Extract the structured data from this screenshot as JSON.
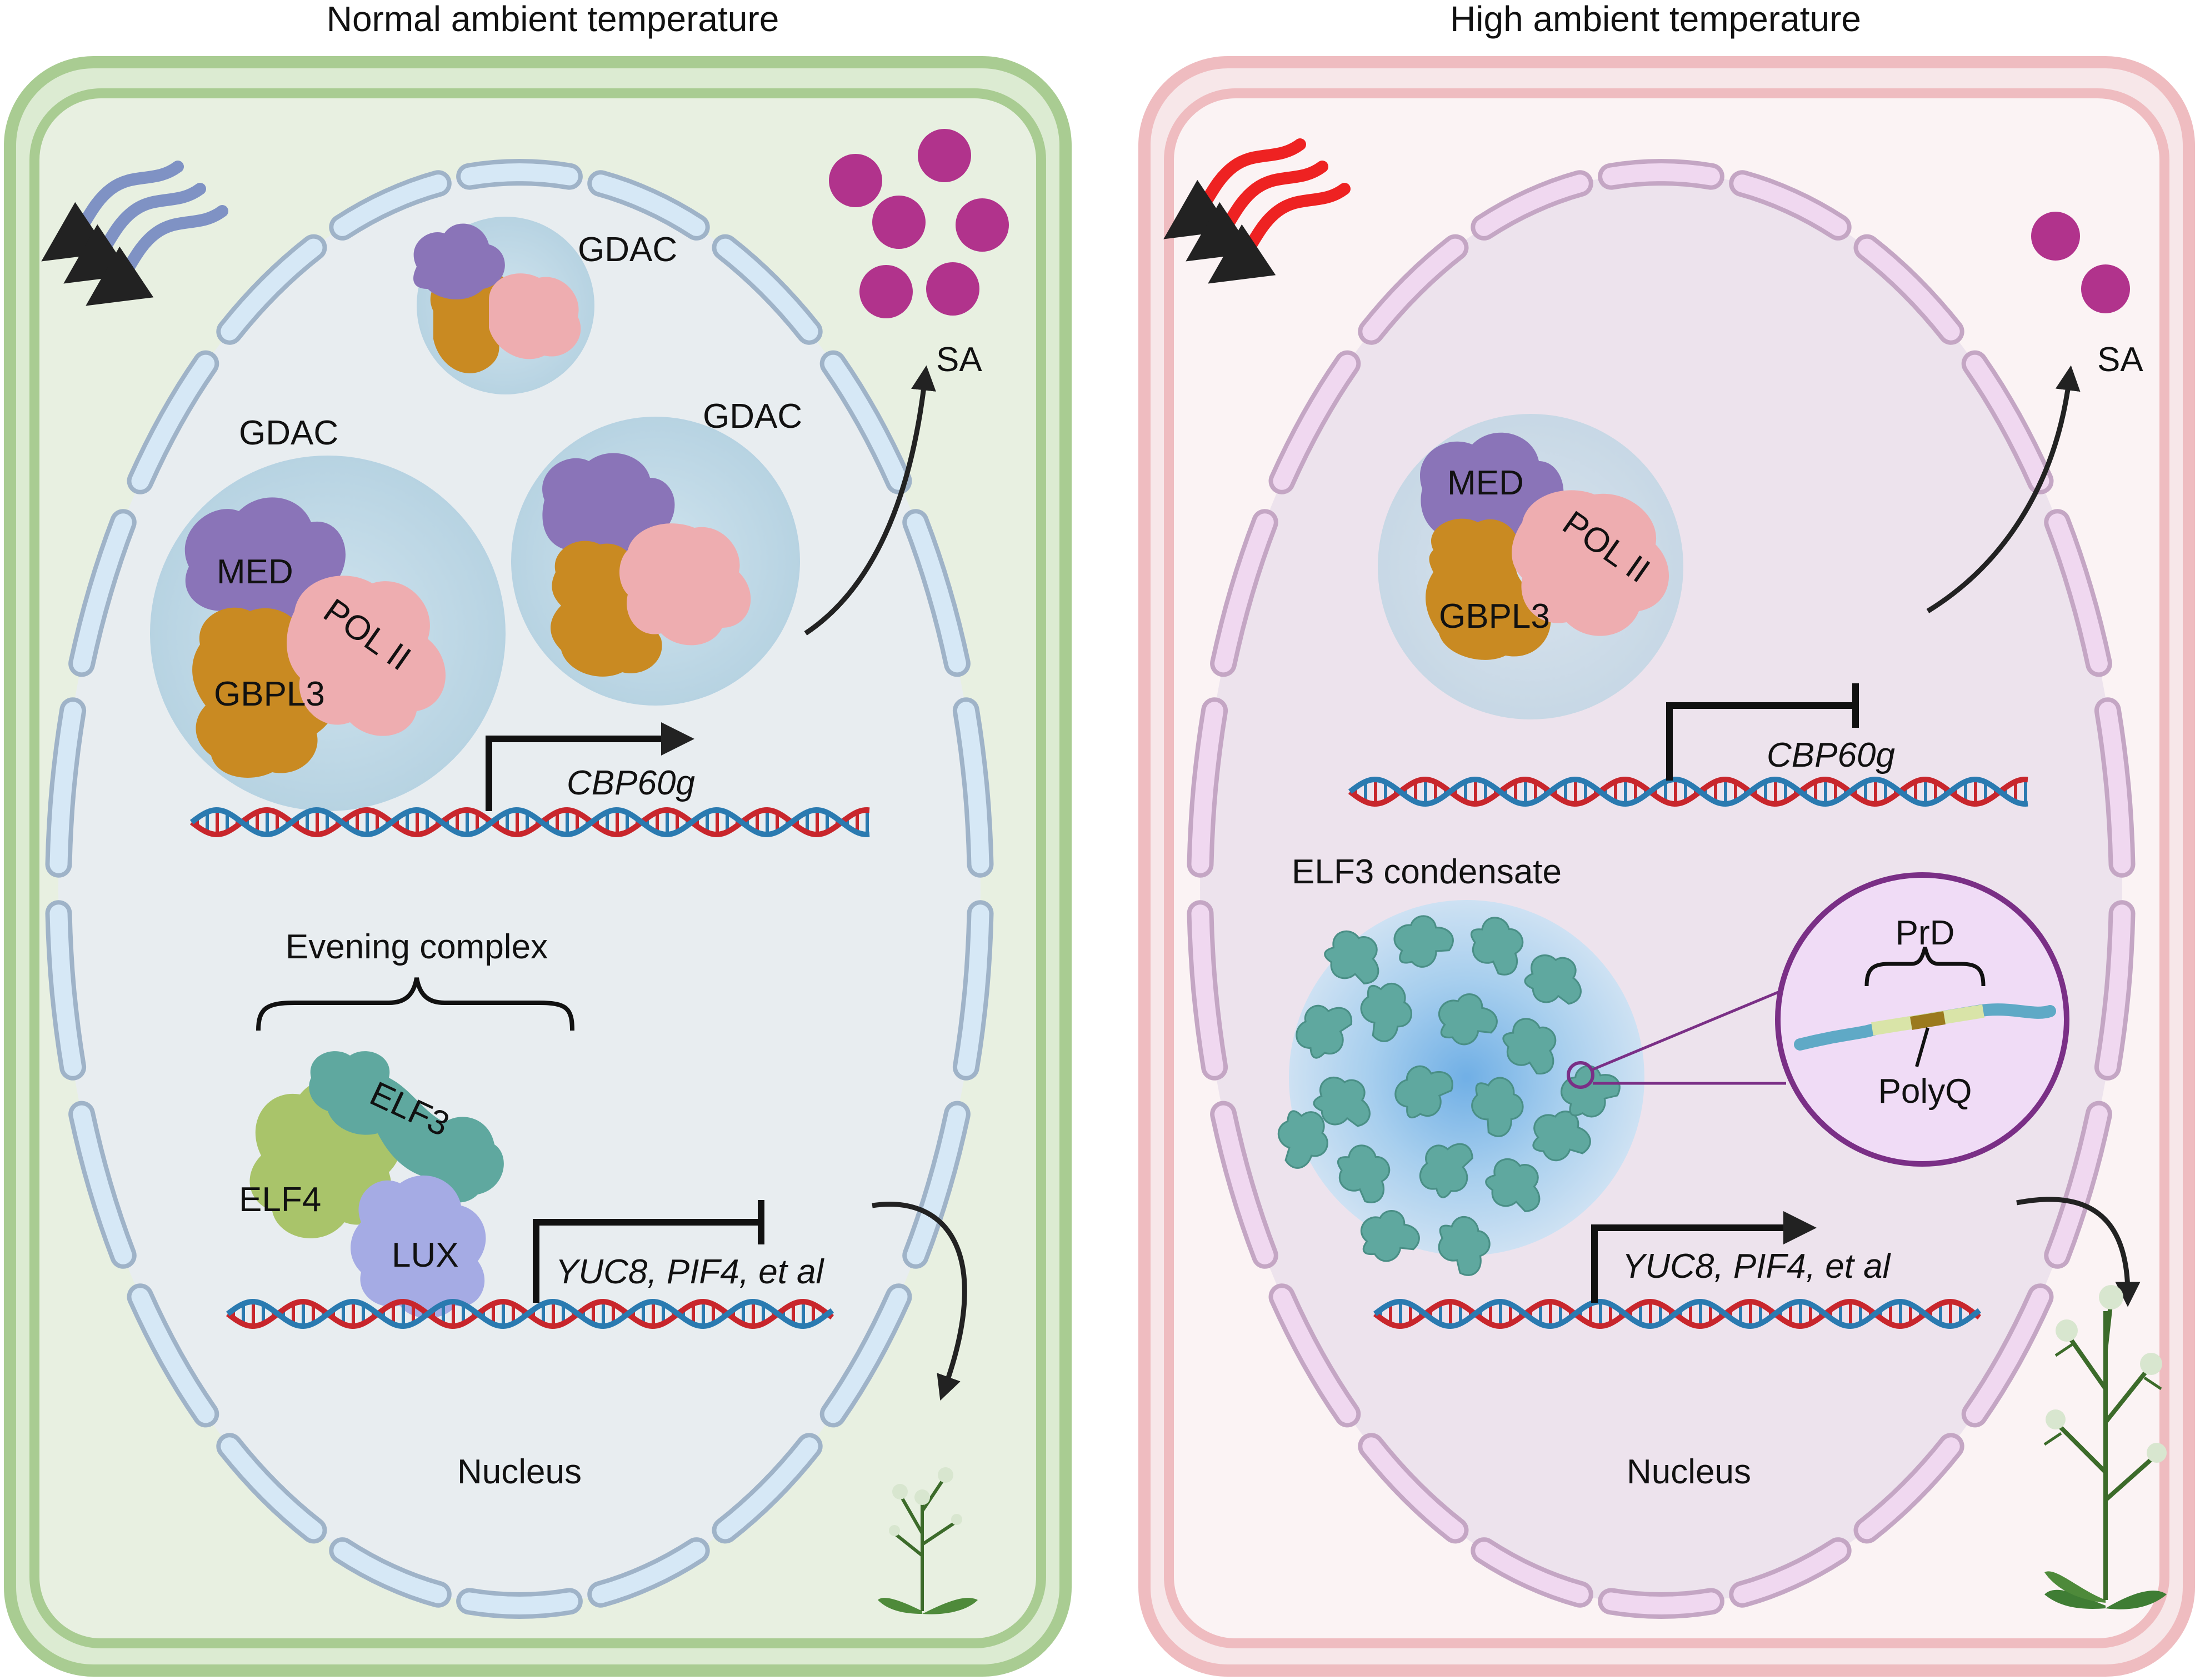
{
  "colors": {
    "normal_cell_fill": "#e8f0e1",
    "normal_cell_wall": "#a9cc92",
    "normal_nucleus": "#e8edf0",
    "normal_envelope": "#d6e8f6",
    "high_cell_fill": "#fbf3f4",
    "high_cell_wall": "#efbcc0",
    "high_nucleus": "#ede3ed",
    "high_envelope": "#f0d8f0",
    "med": "#8a74b8",
    "pol2": "#eeadb0",
    "gbpl3": "#c98a22",
    "elf3": "#5fa89f",
    "elf4": "#a9c46a",
    "lux": "#a5abe4",
    "sa": "#b1338c",
    "cold_arrows": "#7f92c4",
    "hot_arrows": "#ee2222",
    "dna_red": "#c8262c",
    "dna_blue": "#2a7ab0"
  },
  "icons": {
    "temperature_arrows": "wavy-arrows-icon",
    "salicylic_acid": "dot-icon",
    "plant": "arabidopsis-plant-icon"
  },
  "left_panel": {
    "title": "Normal ambient temperature",
    "gdac_labels": [
      "GDAC",
      "GDAC",
      "GDAC"
    ],
    "med": "MED",
    "pol2": "POL II",
    "gbpl3": "GBPL3",
    "sa": "SA",
    "cbp60g": "CBP60g",
    "evening_complex": "Evening complex",
    "elf3": "ELF3",
    "elf4": "ELF4",
    "lux": "LUX",
    "targets": "YUC8, PIF4, et al",
    "nucleus": "Nucleus"
  },
  "right_panel": {
    "title": "High ambient temperature",
    "med": "MED",
    "pol2": "POL II",
    "gbpl3": "GBPL3",
    "sa": "SA",
    "cbp60g": "CBP60g",
    "condensate": "ELF3 condensate",
    "prd": "PrD",
    "polyq": "PolyQ",
    "targets": "YUC8, PIF4, et al",
    "nucleus": "Nucleus"
  }
}
